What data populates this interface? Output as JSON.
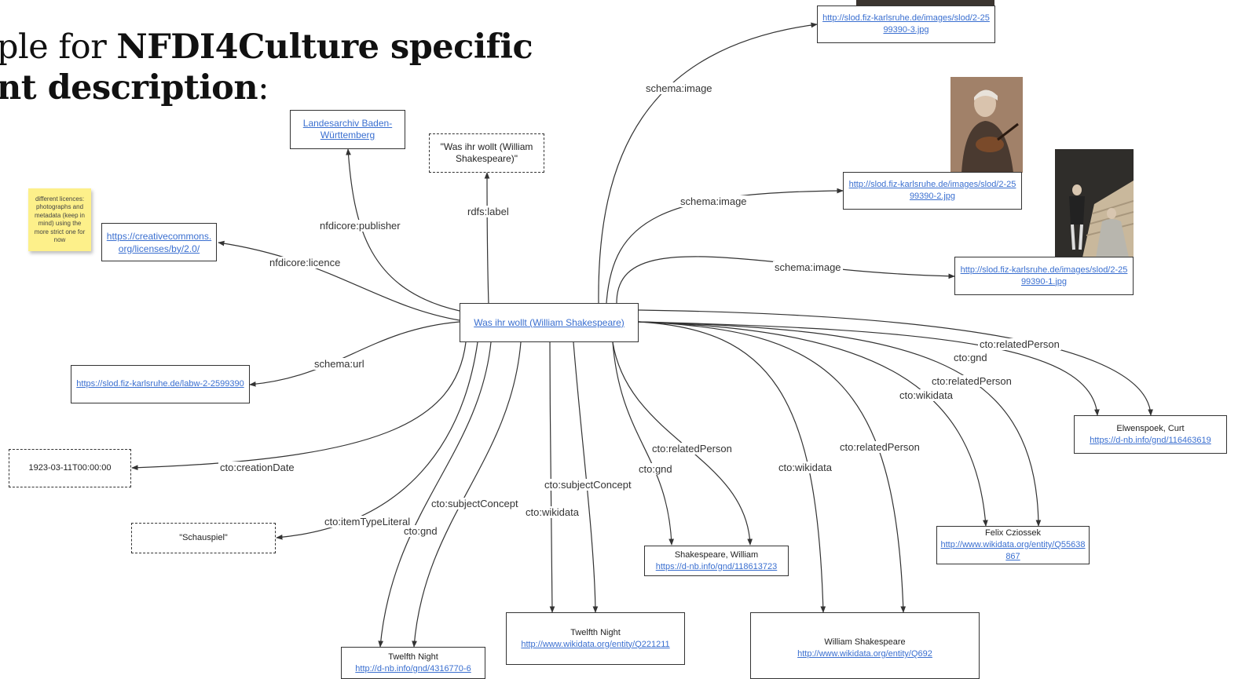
{
  "title": {
    "prefix": "ple for ",
    "bold1": "NFDI4Culture specific",
    "bold2": "nt description",
    "suffix": ":"
  },
  "sticky_note": "different licences: photographs and metadata (keep in mind) using the more strict one for now",
  "nodes": {
    "center": "Was ihr wollt (William Shakespeare)",
    "publisher": "Landesarchiv Baden-Württemberg",
    "label_literal": "\"Was ihr wollt (William Shakespeare)\"",
    "licence": "https://creativecommons.org/licenses/by/2.0/",
    "url": "https://slod.fiz-karlsruhe.de/labw-2-2599390",
    "date": "1923-03-11T00:00:00",
    "itemtype": "\"Schauspiel\"",
    "image3": "http://slod.fiz-karlsruhe.de/images/slod/2-2599390-3.jpg",
    "image2": "http://slod.fiz-karlsruhe.de/images/slod/2-2599390-2.jpg",
    "image1": "http://slod.fiz-karlsruhe.de/images/slod/2-2599390-1.jpg",
    "twelfth_gnd": {
      "name": "Twelfth Night",
      "link": "http://d-nb.info/gnd/4316770-6"
    },
    "twelfth_wd": {
      "name": "Twelfth Night",
      "link": "http://www.wikidata.org/entity/Q221211"
    },
    "shakespeare_gnd": {
      "name": "Shakespeare, William",
      "link": "https://d-nb.info/gnd/118613723"
    },
    "shakespeare_wd": {
      "name": "William Shakespeare",
      "link": "http://www.wikidata.org/entity/Q692"
    },
    "felix": {
      "name": "Felix Cziossek",
      "link": "http://www.wikidata.org/entity/Q55638867"
    },
    "elwenspoek": {
      "name": "Elwenspoek, Curt",
      "link": "https://d-nb.info/gnd/116463619"
    }
  },
  "edge_labels": {
    "publisher": "nfdicore:publisher",
    "label": "rdfs:label",
    "licence": "nfdicore:licence",
    "url": "schema:url",
    "creation": "cto:creationDate",
    "itemtype": "cto:itemTypeLiteral",
    "subject1": "cto:subjectConcept",
    "gnd1": "cto:gnd",
    "subject2": "cto:subjectConcept",
    "wikidata1": "cto:wikidata",
    "image_top": "schema:image",
    "image_mid": "schema:image",
    "image_low": "schema:image",
    "related1": "cto:relatedPerson",
    "gnd2": "cto:gnd",
    "wikidata2": "cto:wikidata",
    "related2": "cto:relatedPerson",
    "wikidata3": "cto:wikidata",
    "related3": "cto:relatedPerson",
    "gnd3": "cto:gnd",
    "related4": "cto:relatedPerson"
  },
  "colors": {
    "link": "#3a6fd0",
    "sticky": "#fdf08a",
    "edge": "#333333"
  }
}
